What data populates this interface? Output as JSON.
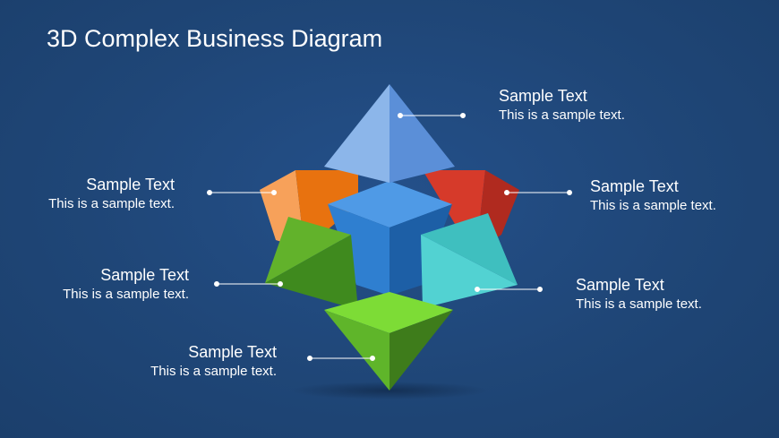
{
  "title": "3D Complex Business Diagram",
  "labels": [
    {
      "heading": "Sample Text",
      "text": "This is a sample text."
    },
    {
      "heading": "Sample Text",
      "text": "This is a sample text."
    },
    {
      "heading": "Sample Text",
      "text": "This is a sample text."
    },
    {
      "heading": "Sample Text",
      "text": "This is a sample text."
    },
    {
      "heading": "Sample Text",
      "text": "This is a sample text."
    },
    {
      "heading": "Sample Text",
      "text": "This is a sample text."
    }
  ],
  "colors": {
    "background": "#1f4677",
    "top_pyramid": "#6b9fe0",
    "orange": "#f07a20",
    "red": "#d83a2a",
    "cube": "#2f7fd0",
    "green": "#5fae2a",
    "teal": "#3fc6c6",
    "bottom_pyramid": "#6ccf2e"
  }
}
